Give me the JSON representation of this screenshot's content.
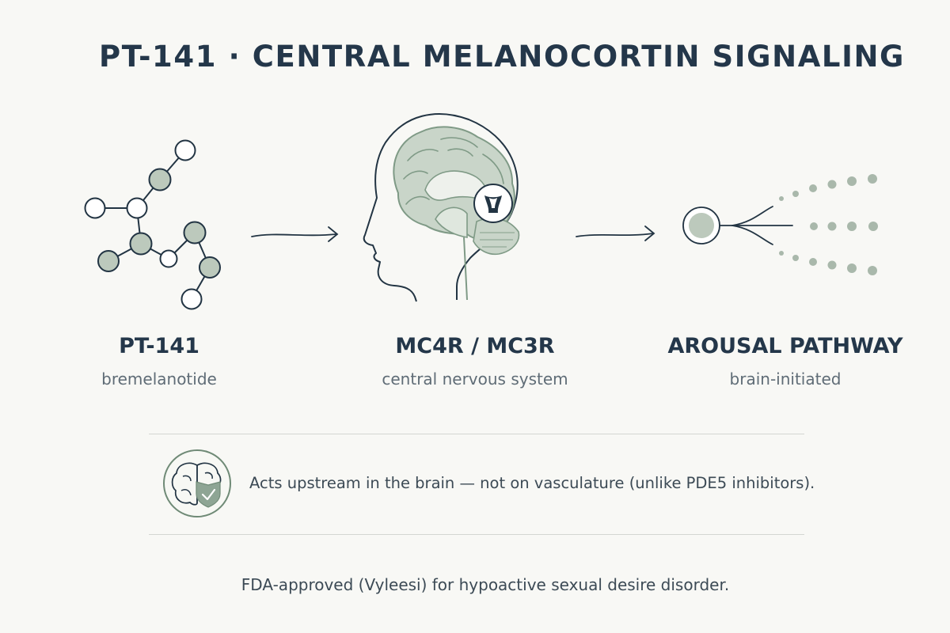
{
  "title": "PT-141 · CENTRAL MELANOCORTIN SIGNALING",
  "columns": [
    {
      "label": "PT-141",
      "sublabel": "bremelanotide",
      "icon": "molecule-icon"
    },
    {
      "label": "MC4R / MC3R",
      "sublabel": "central nervous system",
      "icon": "brain-head-icon"
    },
    {
      "label": "AROUSAL PATHWAY",
      "sublabel": "brain-initiated",
      "icon": "signal-spread-icon"
    }
  ],
  "note": {
    "text": "Acts upstream in the brain — not on vasculature (unlike PDE5 inhibitors).",
    "icon": "brain-shield-icon"
  },
  "footer": "FDA-approved (Vyleesi) for hypoactive sexual desire disorder.",
  "colors": {
    "ink": "#24374a",
    "accent_fill": "#bcc9bc",
    "accent_stroke": "#6f8a76",
    "muted_text": "#5f6c76",
    "background": "#f8f8f5"
  }
}
